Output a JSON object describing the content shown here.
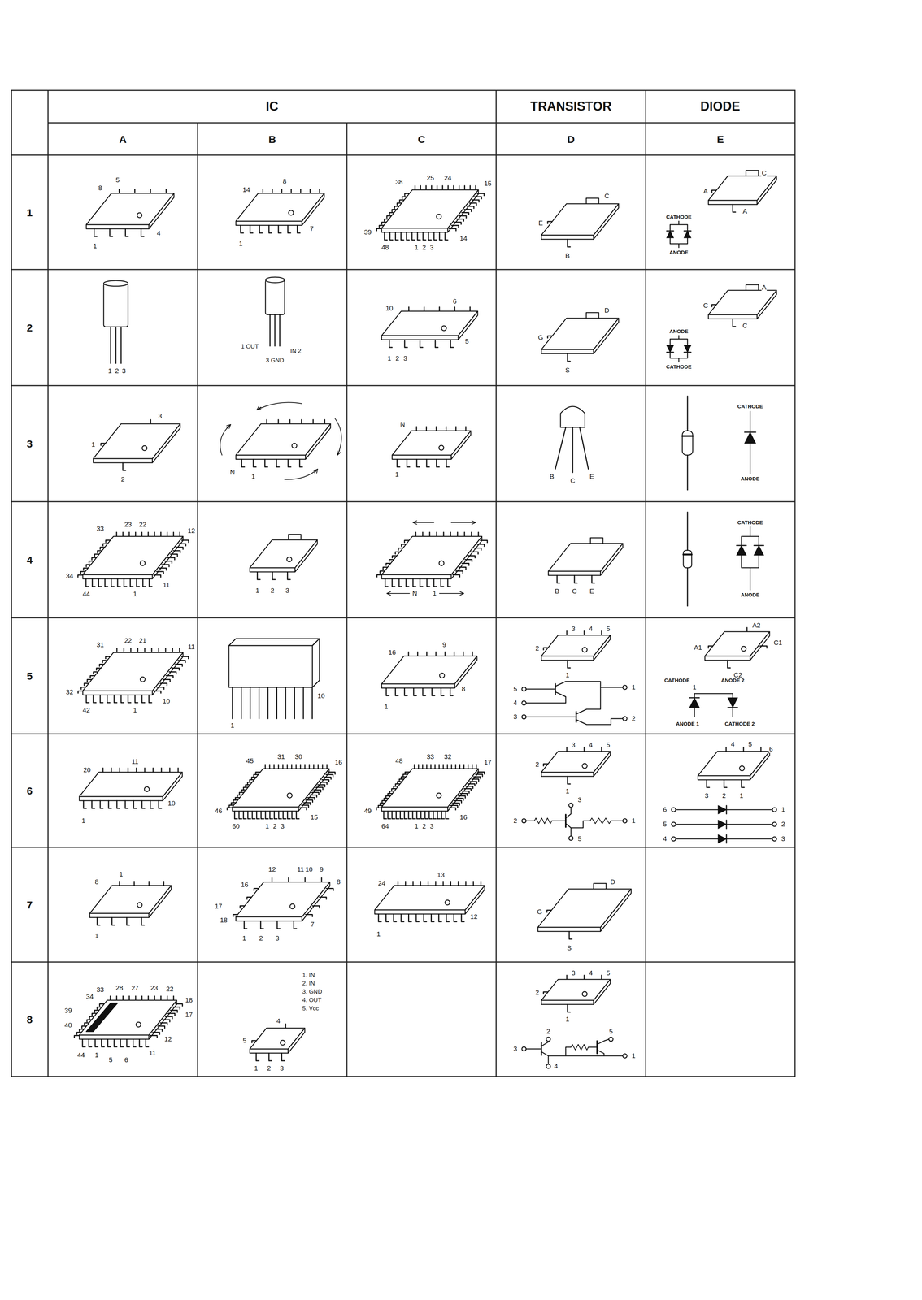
{
  "diagram": {
    "labels": [
      "IC",
      "TRANSISTOR",
      "DIODE",
      "A",
      "B",
      "C",
      "D",
      "E",
      "1",
      "2",
      "3",
      "4",
      "5",
      "6",
      "7",
      "8",
      "5",
      "8",
      "4",
      "1",
      "8",
      "14",
      "7",
      "1",
      "25",
      "24",
      "38",
      "15",
      "39",
      "14",
      "48",
      "1",
      "2",
      "3",
      "C",
      "E",
      "B",
      "C",
      "A",
      "A",
      "CATHODE",
      "ANODE",
      "1",
      "2",
      "3",
      "1 OUT",
      "IN 2",
      "3 GND",
      "6",
      "10",
      "5",
      "1",
      "2",
      "3",
      "D",
      "G",
      "S",
      "A",
      "C",
      "C",
      "ANODE",
      "CATHODE",
      "3",
      "1",
      "2",
      "N",
      "1",
      "N",
      "1",
      "B",
      "C",
      "E",
      "CATHODE",
      "ANODE",
      "23",
      "22",
      "33",
      "12",
      "34",
      "11",
      "44",
      "1",
      "1",
      "2",
      "3",
      "N",
      "1",
      "B",
      "C",
      "E",
      "CATHODE",
      "ANODE",
      "22",
      "21",
      "31",
      "11",
      "32",
      "10",
      "42",
      "1",
      "10",
      "1",
      "9",
      "16",
      "8",
      "1",
      "3",
      "4",
      "5",
      "2",
      "1",
      "5",
      "1",
      "4",
      "3",
      "2",
      "A2",
      "C1",
      "A1",
      "C2",
      "CATHODE",
      "1",
      "ANODE 2",
      "ANODE 1",
      "CATHODE 2",
      "11",
      "20",
      "10",
      "1",
      "31",
      "30",
      "45",
      "16",
      "46",
      "15",
      "60",
      "1",
      "2",
      "3",
      "33",
      "32",
      "48",
      "17",
      "49",
      "16",
      "64",
      "1",
      "2",
      "3",
      "3",
      "4",
      "5",
      "2",
      "1",
      "3",
      "2",
      "1",
      "5",
      "4",
      "5",
      "6",
      "3",
      "2",
      "1",
      "6",
      "1",
      "5",
      "2",
      "4",
      "3",
      "1",
      "8",
      "1",
      "12",
      "11",
      "10",
      "9",
      "8",
      "16",
      "7",
      "17",
      "18",
      "1",
      "2",
      "3",
      "13",
      "24",
      "12",
      "1",
      "D",
      "G",
      "S",
      "28",
      "27",
      "23",
      "22",
      "33",
      "34",
      "18",
      "39",
      "17",
      "40",
      "12",
      "44",
      "1",
      "5",
      "6",
      "11",
      "1. IN",
      "2. IN",
      "3. GND",
      "4. OUT",
      "5. Vcc",
      "4",
      "5",
      "1",
      "2",
      "3",
      "3",
      "4",
      "5",
      "2",
      "1",
      "2",
      "5",
      "3",
      "1",
      "4"
    ]
  }
}
